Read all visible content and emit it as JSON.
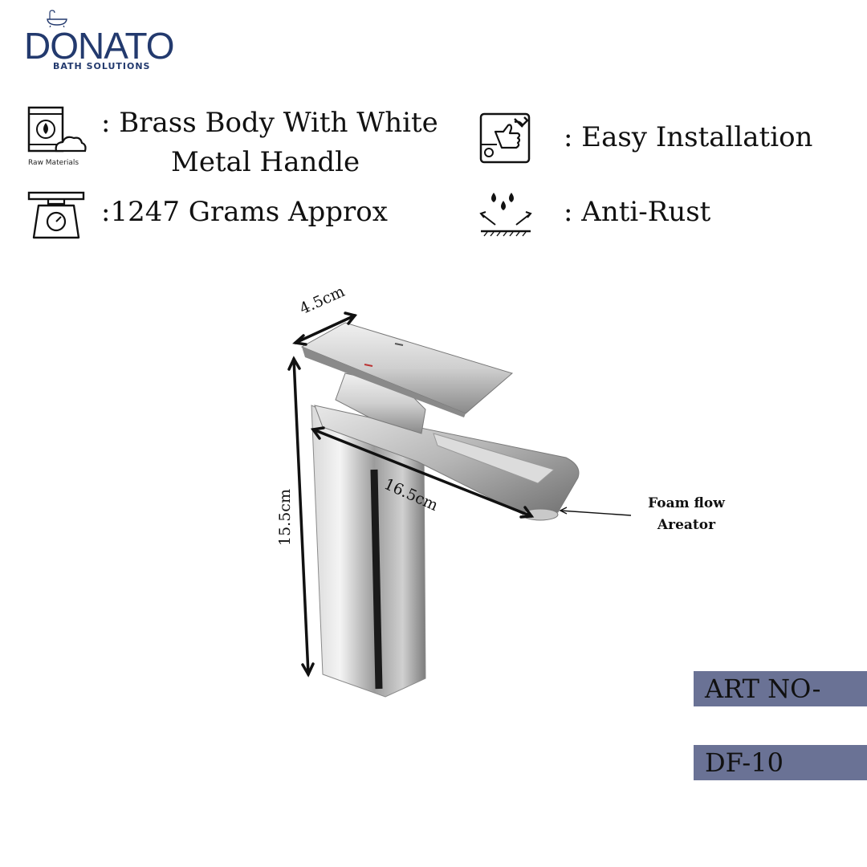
{
  "brand": {
    "name": "DONATO",
    "tagline": "BATH SOLUTIONS",
    "color": "#233a6e"
  },
  "features": {
    "material": {
      "icon": "raw-materials-icon",
      "caption": "Raw Materials",
      "line1": ": Brass Body With White",
      "line2": "Metal  Handle"
    },
    "weight": {
      "icon": "weighing-scale-icon",
      "text": ":1247 Grams Approx"
    },
    "installation": {
      "icon": "easy-installation-icon",
      "text": ": Easy Installation"
    },
    "rust": {
      "icon": "anti-rust-icon",
      "text": ": Anti-Rust"
    }
  },
  "dimensions": {
    "width": "4.5cm",
    "length": "16.5cm",
    "height": "15.5cm"
  },
  "annotation": {
    "line1": "Foam flow",
    "line2": "Areator"
  },
  "article": {
    "label": "ART NO-",
    "number": "DF-10",
    "box_color": "#6a7295"
  }
}
